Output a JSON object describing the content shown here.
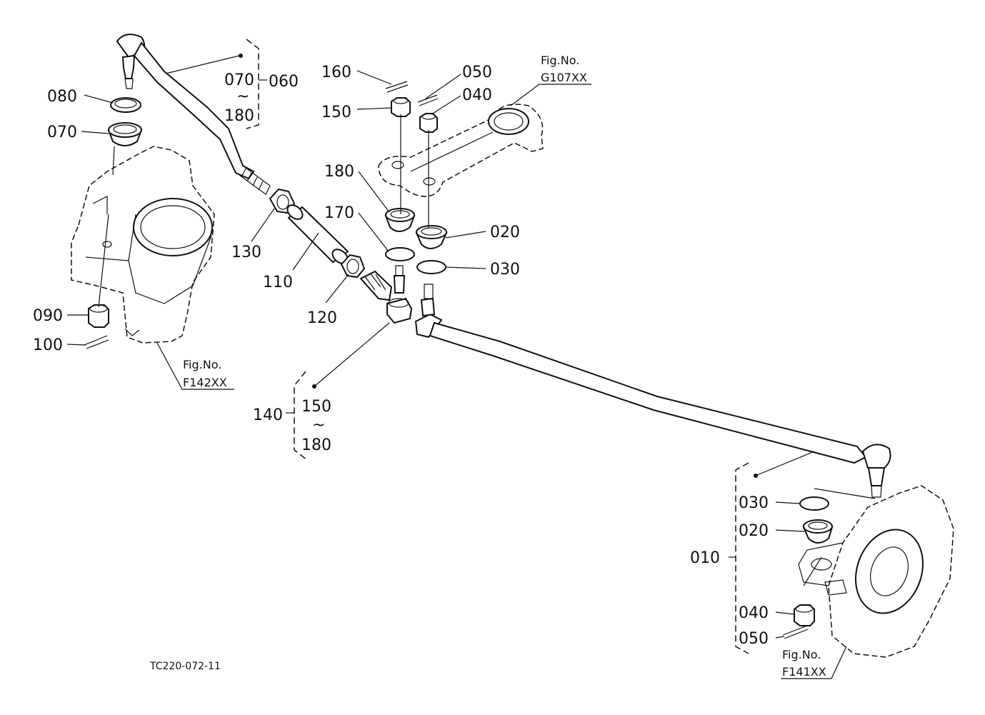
{
  "diagram": {
    "labels": {
      "l080_left": "080",
      "l070_left": "070",
      "l090": "090",
      "l100": "100",
      "l070_range": "070",
      "l060": "060",
      "l180_range_top": "180",
      "tilde_top": "~",
      "l130": "130",
      "l110": "110",
      "l120": "120",
      "l160": "160",
      "l150": "150",
      "l050_top": "050",
      "l040_top": "040",
      "l180": "180",
      "l170": "170",
      "l020_mid": "020",
      "l030_mid": "030",
      "l140": "140",
      "l150_range": "150",
      "tilde_mid": "~",
      "l180_range_mid": "180",
      "l010": "010",
      "l030_right": "030",
      "l020_right": "020",
      "l040_right": "040",
      "l050_right": "050"
    },
    "figure_refs": {
      "g107_title": "Fig.No.",
      "g107_code": "G107XX",
      "f142_title": "Fig.No.",
      "f142_code": "F142XX",
      "f141_title": "Fig.No.",
      "f141_code": "F141XX"
    },
    "drawing_code": "TC220-072-11"
  }
}
